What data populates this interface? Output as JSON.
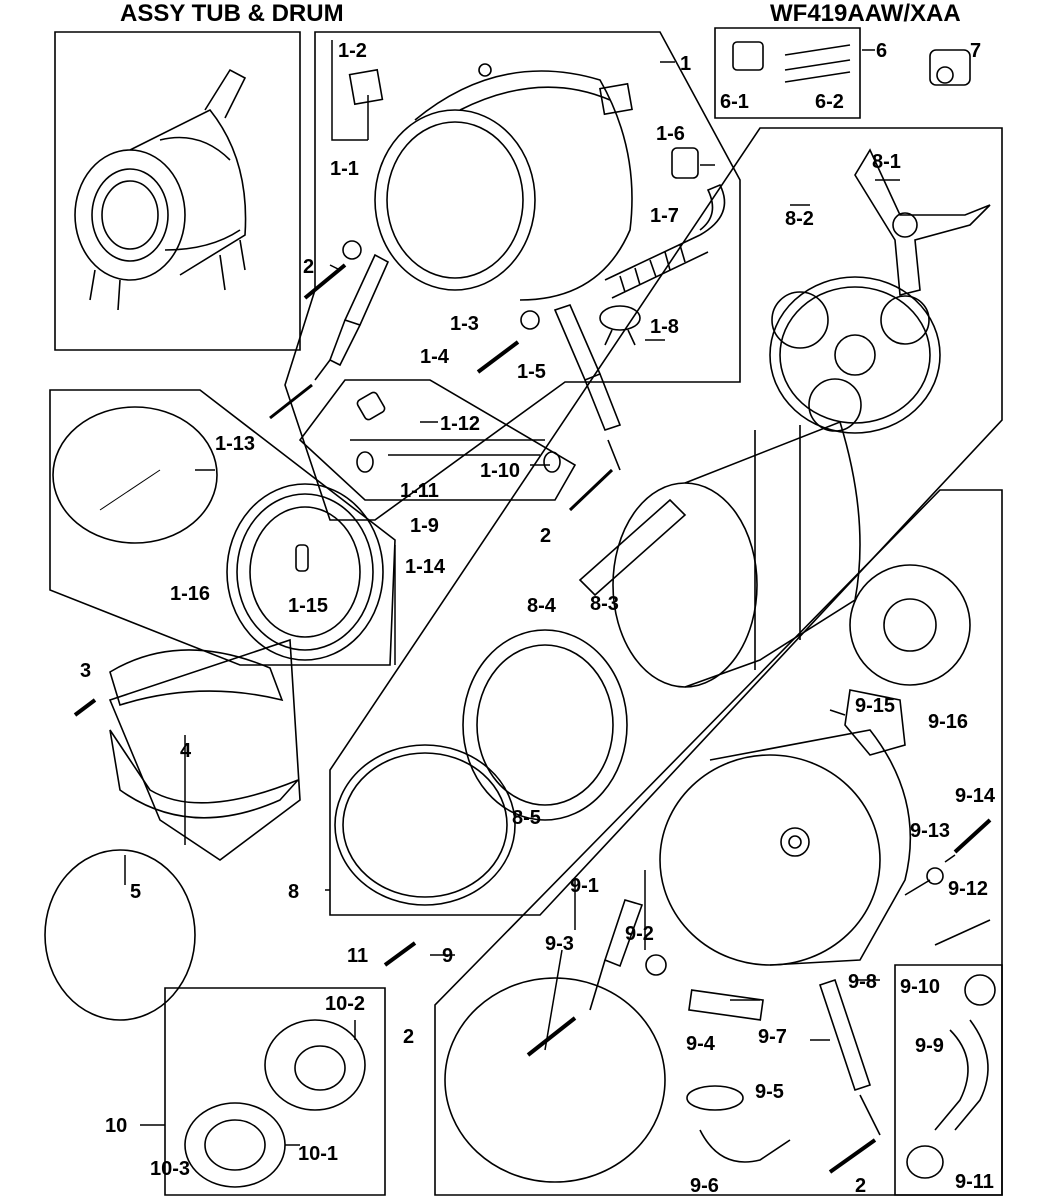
{
  "header": {
    "title": "ASSY TUB & DRUM",
    "model": "WF419AAW/XAA"
  },
  "callouts": {
    "c1": "1",
    "c1_1": "1-1",
    "c1_2": "1-2",
    "c1_3": "1-3",
    "c1_4": "1-4",
    "c1_5": "1-5",
    "c1_6": "1-6",
    "c1_7": "1-7",
    "c1_8": "1-8",
    "c1_9": "1-9",
    "c1_10": "1-10",
    "c1_11": "1-11",
    "c1_12": "1-12",
    "c1_13": "1-13",
    "c1_14": "1-14",
    "c1_15": "1-15",
    "c1_16": "1-16",
    "c2a": "2",
    "c2b": "2",
    "c2c": "2",
    "c2d": "2",
    "c3": "3",
    "c4": "4",
    "c5": "5",
    "c6": "6",
    "c6_1": "6-1",
    "c6_2": "6-2",
    "c7": "7",
    "c8": "8",
    "c8_1": "8-1",
    "c8_2": "8-2",
    "c8_3": "8-3",
    "c8_4": "8-4",
    "c8_5": "8-5",
    "c9": "9",
    "c9_1": "9-1",
    "c9_2": "9-2",
    "c9_3": "9-3",
    "c9_4": "9-4",
    "c9_5": "9-5",
    "c9_6": "9-6",
    "c9_7": "9-7",
    "c9_8": "9-8",
    "c9_9": "9-9",
    "c9_10": "9-10",
    "c9_11": "9-11",
    "c9_12": "9-12",
    "c9_13": "9-13",
    "c9_14": "9-14",
    "c9_15": "9-15",
    "c9_16": "9-16",
    "c10": "10",
    "c10_1": "10-1",
    "c10_2": "10-2",
    "c10_3": "10-3",
    "c11": "11"
  }
}
